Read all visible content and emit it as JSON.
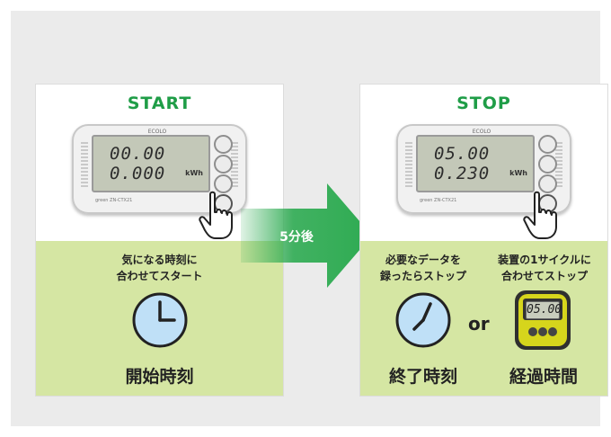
{
  "start_panel": {
    "title": "START",
    "lcd_row1": "00.00",
    "lcd_row2": "0.000",
    "unit": "kWh",
    "brand": "ECOLO",
    "model": "green ZN-CTX21",
    "caption_line1": "気になる時刻に",
    "caption_line2": "合わせてスタート",
    "label": "開始時刻"
  },
  "arrow": {
    "label": "5分後",
    "color": "#2eab52"
  },
  "stop_panel": {
    "title": "STOP",
    "lcd_row1": "05.00",
    "lcd_row2": "0.230",
    "unit": "kWh",
    "brand": "ECOLO",
    "model": "green ZN-CTX21",
    "caption_left_line1": "必要なデータを",
    "caption_left_line2": "録ったらストップ",
    "caption_right_line1": "装置の1サイクルに",
    "caption_right_line2": "合わせてストップ",
    "or": "or",
    "timer_display": "05.00",
    "label_left": "終了時刻",
    "label_right": "経過時間"
  },
  "colors": {
    "title_green": "#1f9d47",
    "lower_bg": "#d5e6a3",
    "clock_fill": "#bfe0f7",
    "timer_body": "#d6d51c"
  },
  "icons": [
    "logger-device",
    "pointing-hand-icon",
    "clock-icon",
    "stopwatch-timer-icon",
    "right-arrow"
  ]
}
